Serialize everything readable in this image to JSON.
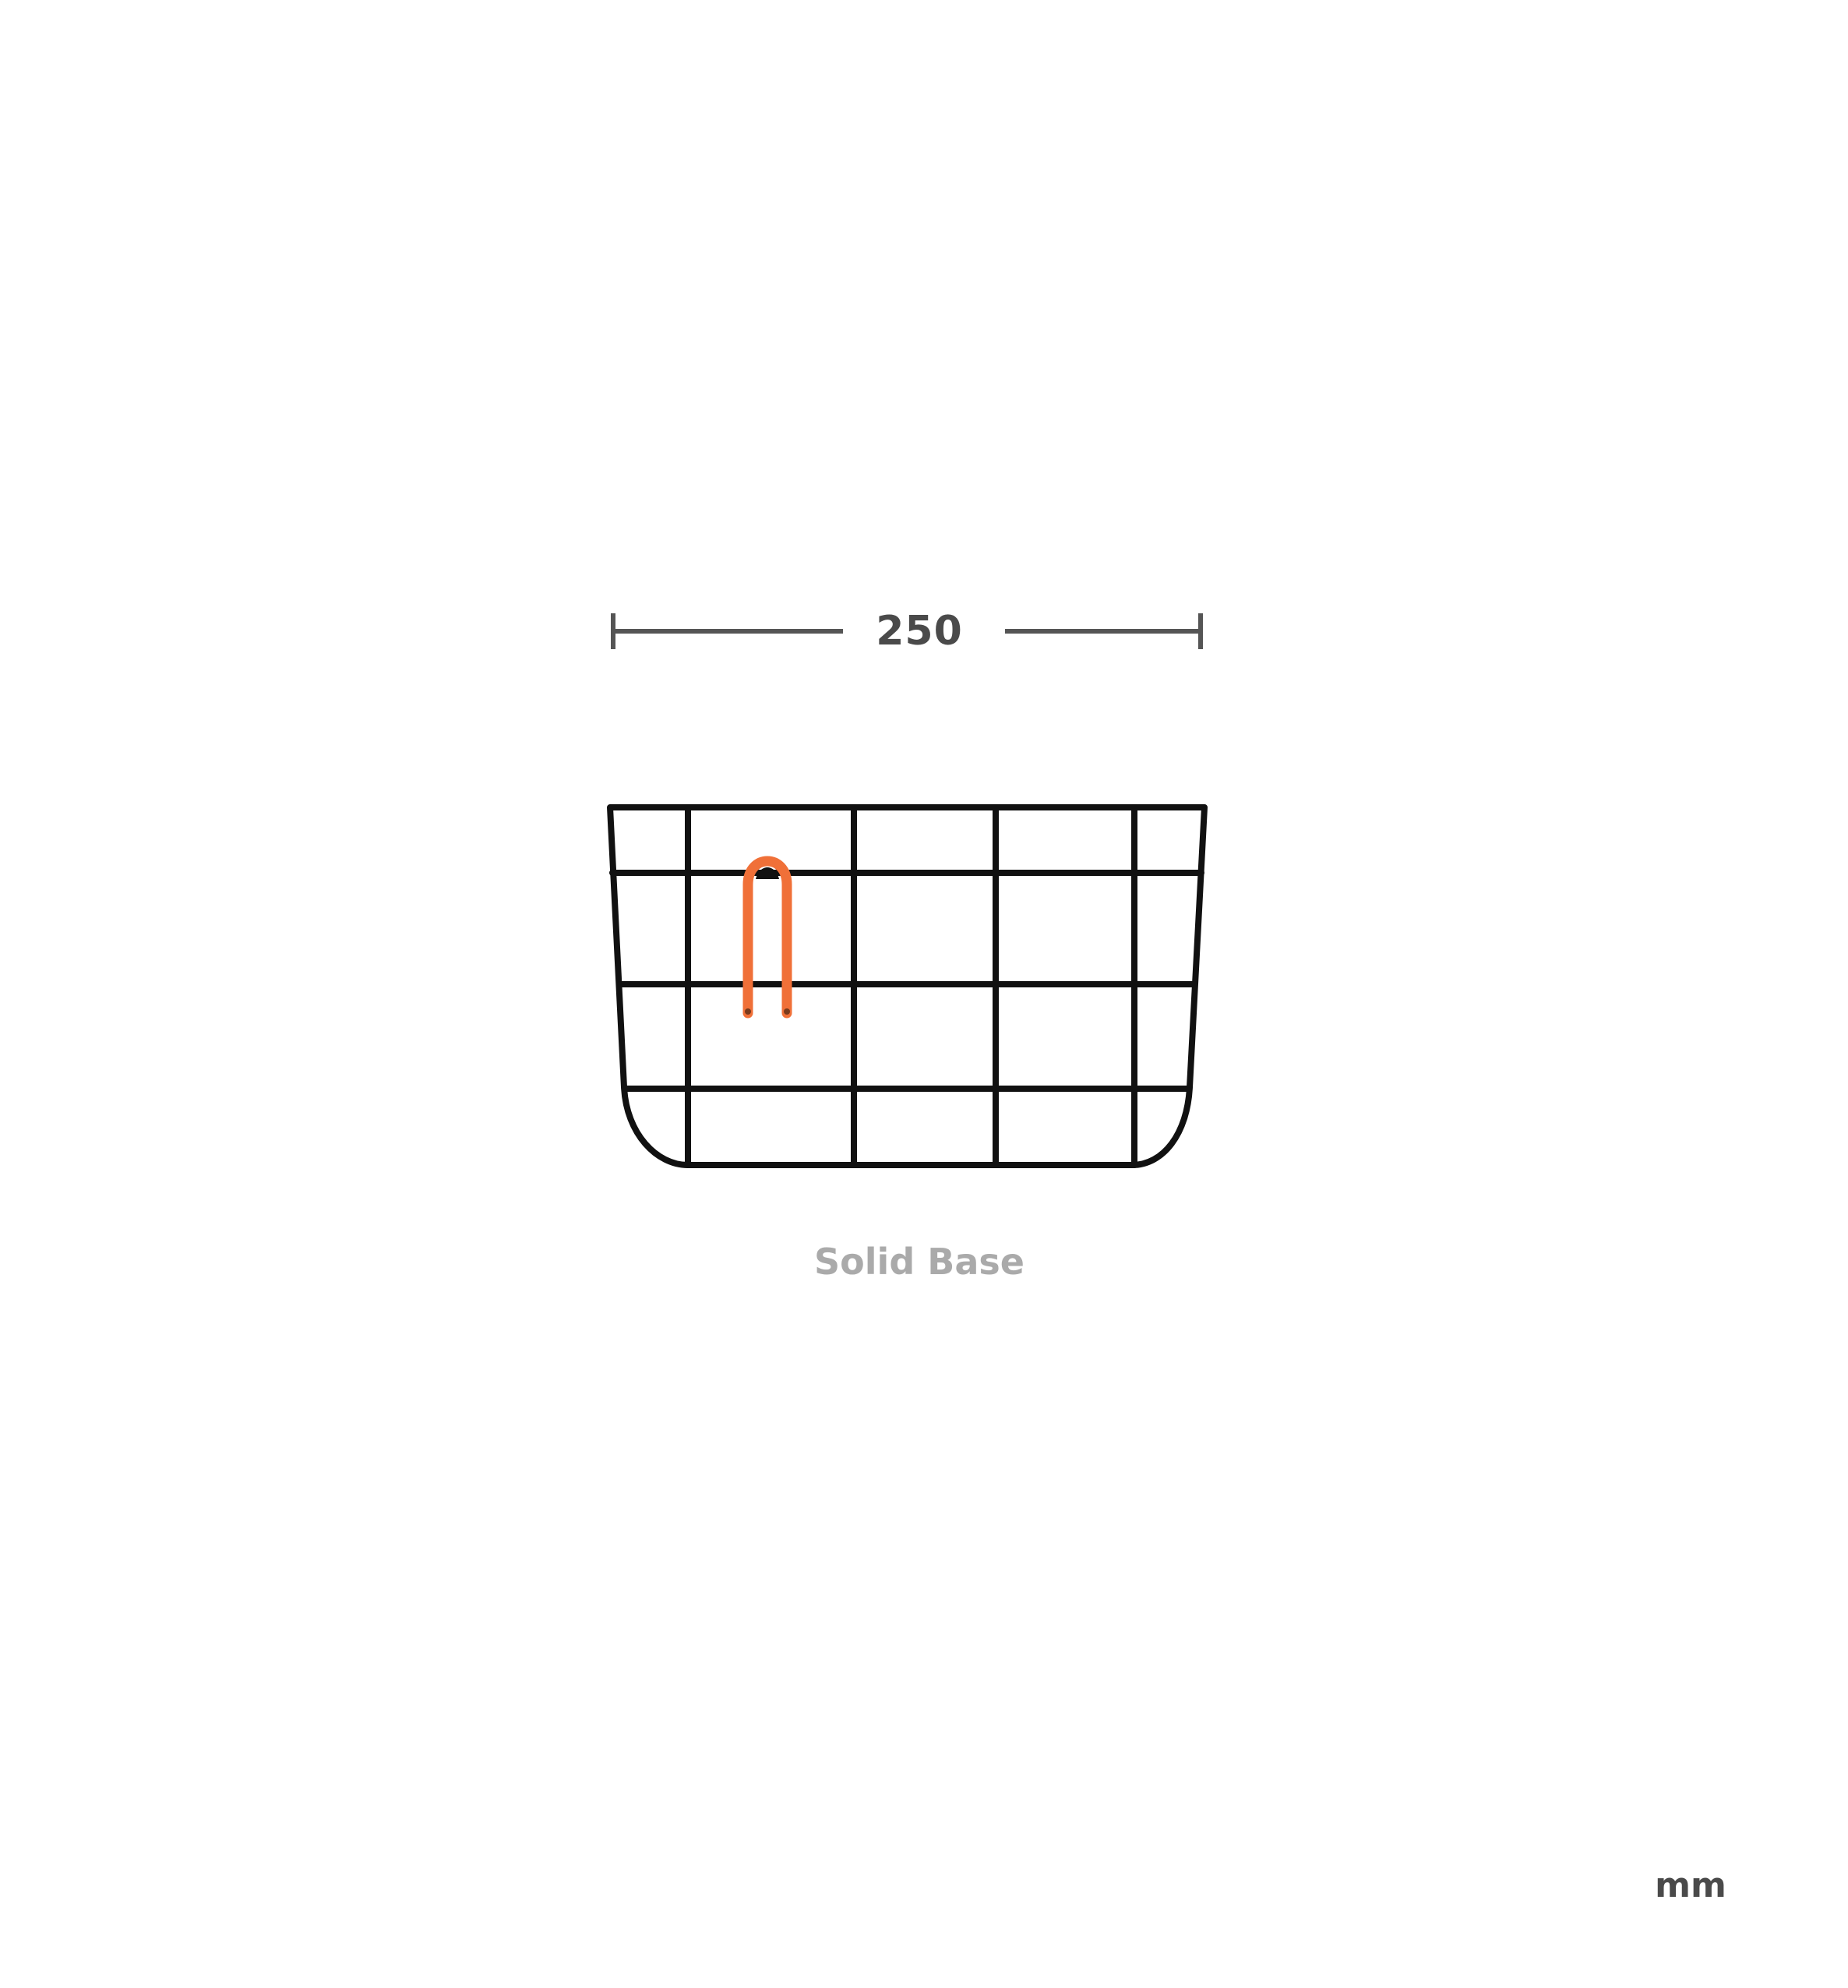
{
  "dimension": {
    "value_label": "250",
    "line_color": "#555555",
    "text_color": "#4a4a4a"
  },
  "basket": {
    "caption": "Solid Base",
    "caption_color": "#aaaaaa",
    "wire_color": "#111111",
    "strap_color": "#f07038"
  },
  "units": {
    "label": "mm",
    "color": "#4a4a4a"
  },
  "icons": {
    "strap": "orange-strap-icon",
    "basket": "wire-basket-icon"
  }
}
